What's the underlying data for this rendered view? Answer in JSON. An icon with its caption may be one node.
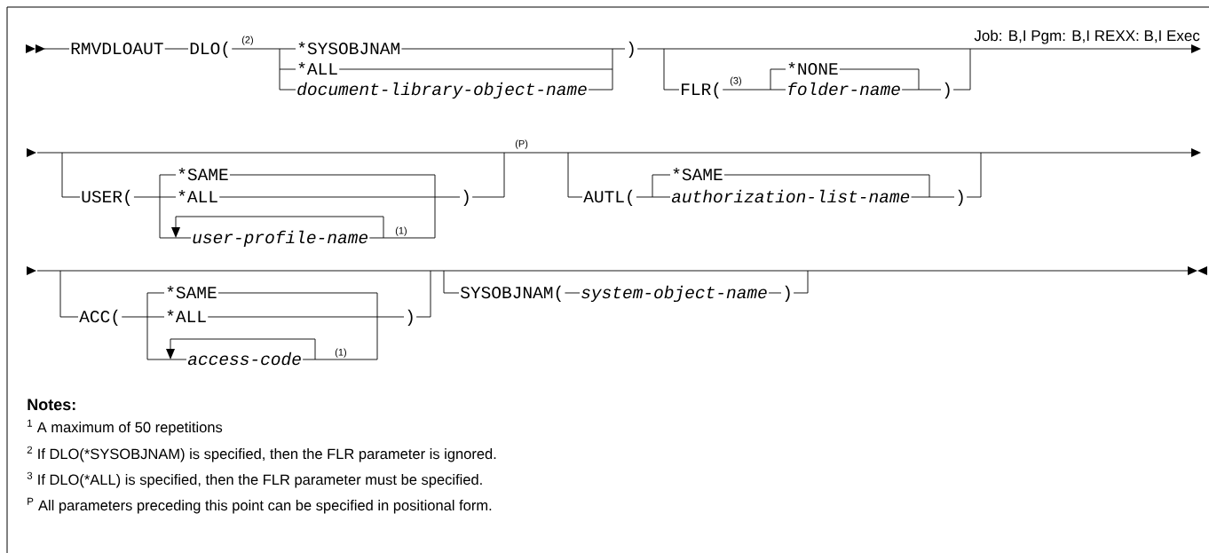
{
  "diagram": {
    "labels": [
      "Job: B,I Pgm: B,I REXX: B,I Exec",
      "RMVDLOAUT",
      "DLO(",
      "(2)",
      "*SYSOBJNAM",
      "*ALL",
      "document-library-object-name",
      ")",
      "FLR(",
      "(3)",
      "*NONE",
      "folder-name",
      ")",
      "(P)",
      "USER(",
      "*SAME",
      "*ALL",
      "user-profile-name",
      "(1)",
      ")",
      "AUTL(",
      "*SAME",
      "authorization-list-name",
      ")",
      "ACC(",
      "*SAME",
      "*ALL",
      "access-code",
      "(1)",
      ")",
      "SYSOBJNAM(",
      "system-object-name",
      ")",
      "Notes:",
      "$^{1}$ A maximum of 50 repetitions",
      "$^{2}$ If DLO(*SYSOBJNAM) is specified, then the FLR parameter is ignored.",
      "$^{3}$ If DLO(*ALL) is specified, then the FLR parameter must be specified.",
      "$^{P}$ All parameters preceding this point can be specified in positional form."
    ]
  }
}
